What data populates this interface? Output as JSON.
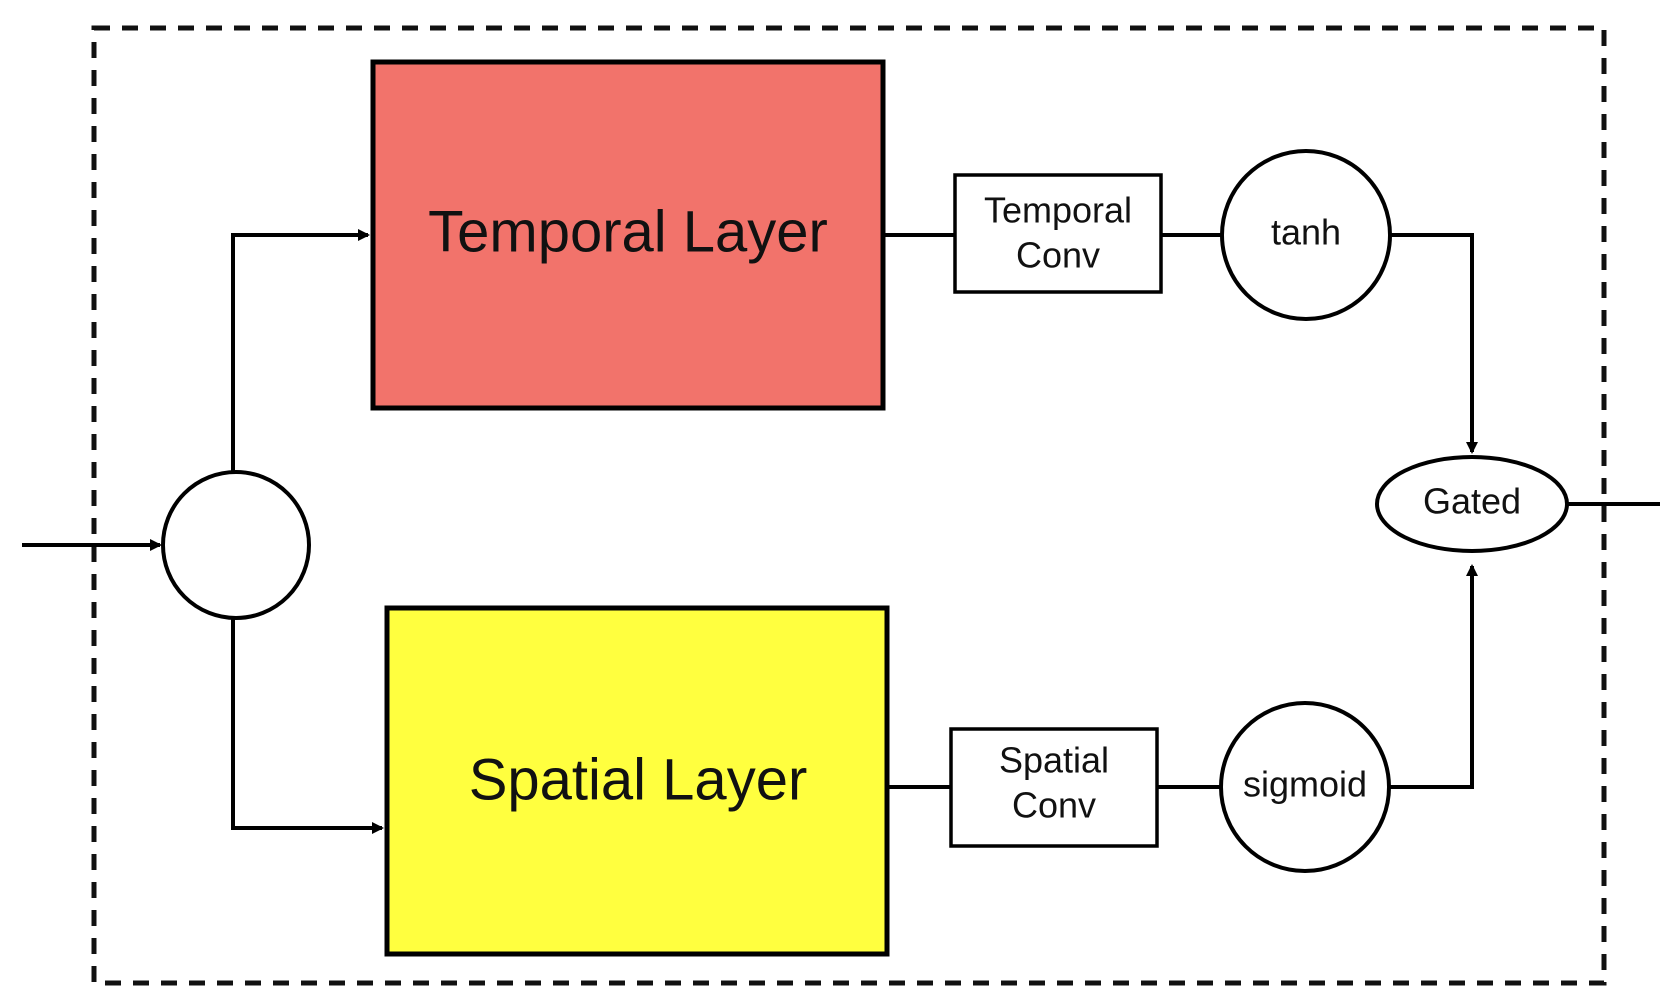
{
  "colors": {
    "temporal_layer": "#f2736b",
    "spatial_layer": "#ffff3f",
    "line": "#000000",
    "background": "#ffffff"
  },
  "blocks": {
    "temporal_layer": {
      "label": "Temporal Layer"
    },
    "spatial_layer": {
      "label": "Spatial Layer"
    },
    "temporal_conv": {
      "line1": "Temporal",
      "line2": "Conv"
    },
    "spatial_conv": {
      "line1": "Spatial",
      "line2": "Conv"
    }
  },
  "nodes": {
    "split": {
      "label": ""
    },
    "tanh": {
      "label": "tanh"
    },
    "sigmoid": {
      "label": "sigmoid"
    },
    "gated": {
      "label": "Gated"
    }
  }
}
